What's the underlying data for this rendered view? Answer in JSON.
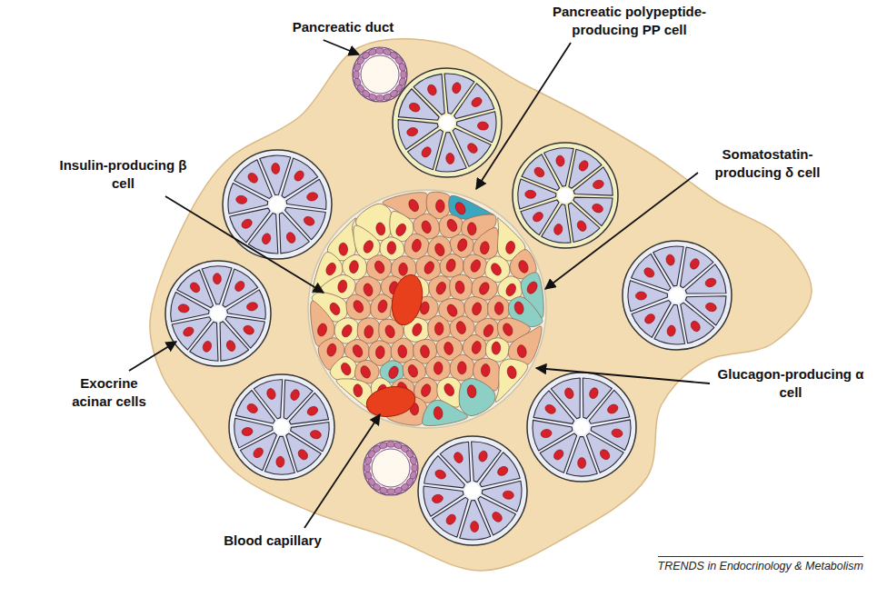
{
  "diagram": {
    "labels": [
      "Pancreatic polypeptide-producing PP cell",
      "Pancreatic duct",
      "Insulin-producing β cell",
      "Somatostatin-producing δ cell",
      "Glucagon-producing α cell",
      "Exocrine acinar cells",
      "Blood capillary",
      "TRENDS in Endocrinology & Metabolism"
    ]
  }
}
